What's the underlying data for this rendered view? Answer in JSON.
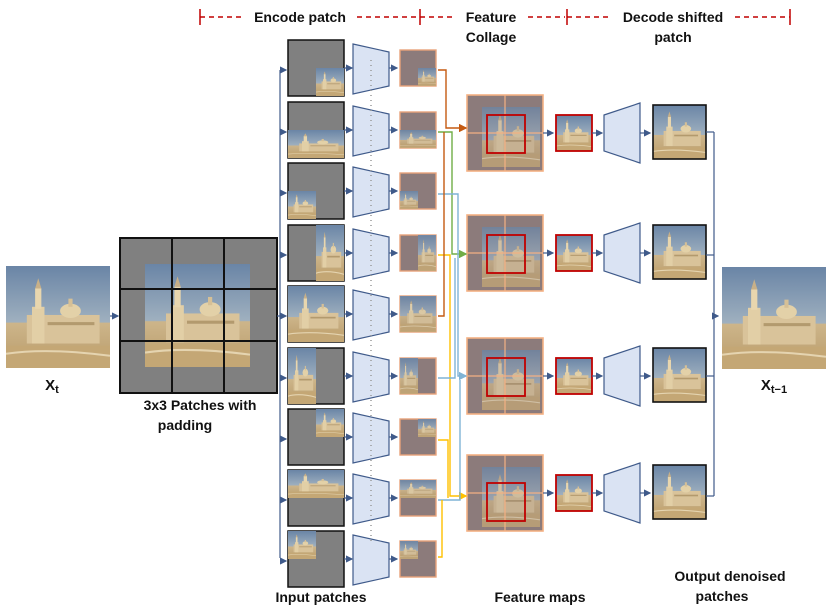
{
  "header": {
    "encode_patch": "Encode patch",
    "feature_collage_line1": "Feature",
    "feature_collage_line2": "Collage",
    "decode_shifted_line1": "Decode shifted",
    "decode_shifted_line2": "patch"
  },
  "labels": {
    "input_base": "X",
    "input_sub": "t",
    "output_base": "X",
    "output_sub": "t−1",
    "patches_line1": "3x3 Patches with",
    "patches_line2": "padding",
    "input_patches": "Input patches",
    "feature_maps": "Feature maps",
    "output_line1": "Output denoised",
    "output_line2": "patches"
  },
  "colors": {
    "encoder_fill": "#dae3f3",
    "encoder_stroke": "#3f5a8a",
    "arrow": "#3f5a8a",
    "feature_border": "#e8a37a",
    "collage_border": "#f4b183",
    "highlight": "#c00000",
    "dash": "#c00000",
    "padding_gray": "#808080",
    "link_colors": [
      "#c55a11",
      "#70ad47",
      "#7fb3d5",
      "#ffc000"
    ]
  },
  "icons": {
    "encoder": "encoder-trapezoid-icon",
    "decoder": "decoder-trapezoid-icon",
    "photo": "church-photo-icon"
  }
}
